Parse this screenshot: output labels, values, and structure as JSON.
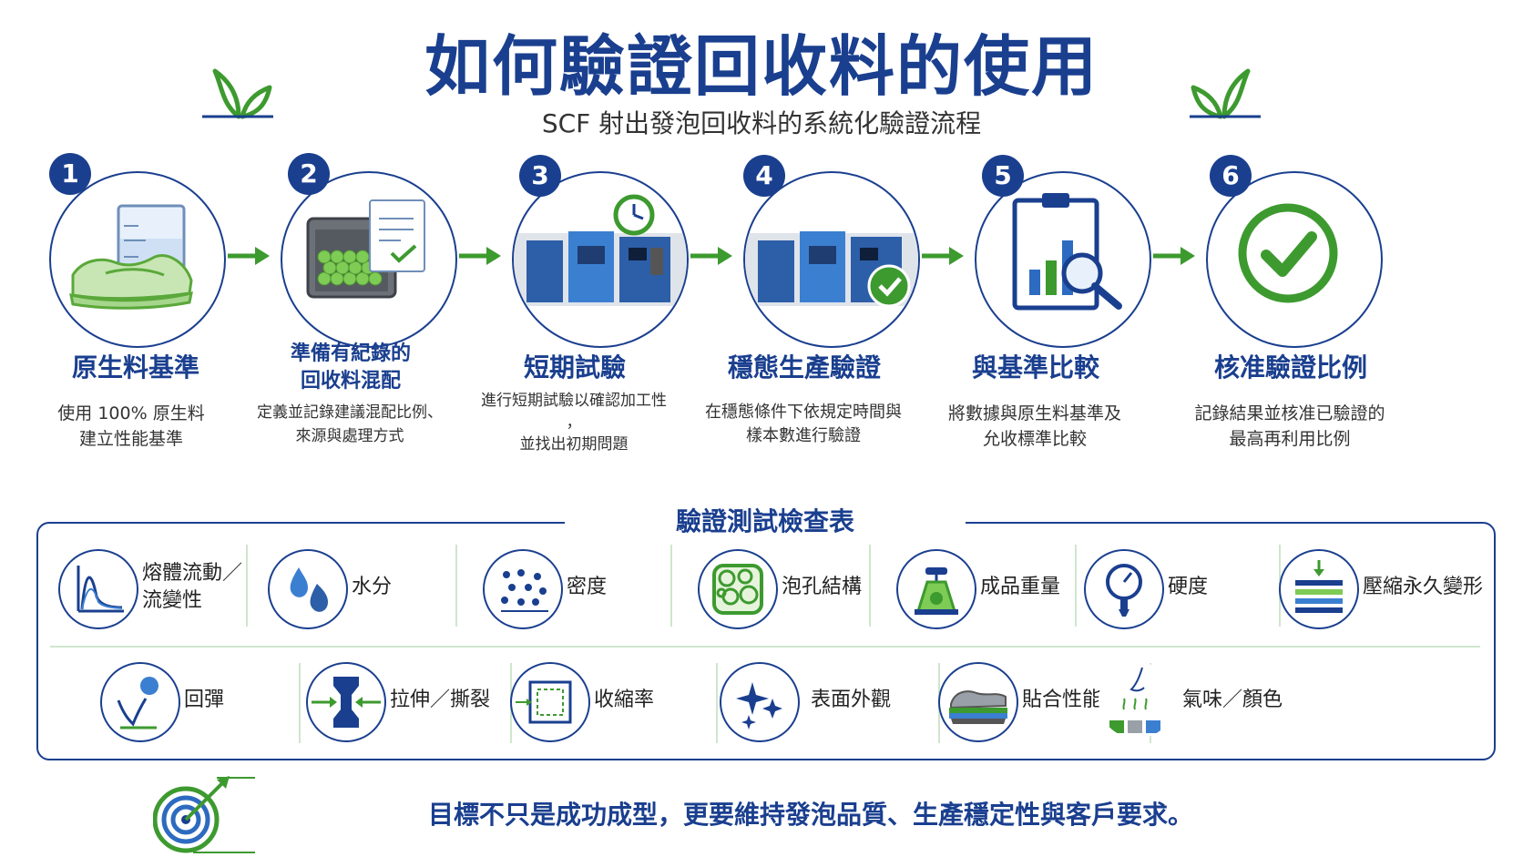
{
  "header": {
    "title": "如何驗證回收料的使用",
    "subtitle": "SCF 射出發泡回收料的系統化驗證流程"
  },
  "steps": [
    {
      "num": "1",
      "title": "原生料基準",
      "desc": [
        "使用 100% 原生料",
        "建立性能基準"
      ],
      "icon": "shoe-beaker-icon"
    },
    {
      "num": "2",
      "title": [
        "準備有紀錄的",
        "回收料混配"
      ],
      "desc": [
        "定義並記錄建議混配比例、",
        "來源與處理方式"
      ],
      "icon": "pellet-bin-checklist-icon"
    },
    {
      "num": "3",
      "title": "短期試驗",
      "desc": [
        "進行短期試驗以確認加工性",
        "，",
        "並找出初期問題"
      ],
      "icon": "injection-machine-clock-icon"
    },
    {
      "num": "4",
      "title": "穩態生產驗證",
      "desc": [
        "在穩態條件下依規定時間與",
        "樣本數進行驗證"
      ],
      "icon": "injection-machine-check-icon"
    },
    {
      "num": "5",
      "title": "與基準比較",
      "desc": [
        "將數據與原生料基準及",
        "允收標準比較"
      ],
      "icon": "clipboard-chart-magnifier-icon"
    },
    {
      "num": "6",
      "title": "核准驗證比例",
      "desc": [
        "記錄結果並核准已驗證的",
        "最高再利用比例"
      ],
      "icon": "checkmark-circle-icon"
    }
  ],
  "checklist": {
    "title": "驗證測試檢查表",
    "row1": [
      {
        "label": [
          "熔體流動／",
          "流變性"
        ],
        "icon": "rheology-curve-icon"
      },
      {
        "label": [
          "水分"
        ],
        "icon": "water-drops-icon"
      },
      {
        "label": [
          "密度"
        ],
        "icon": "density-dots-icon"
      },
      {
        "label": [
          "泡孔結構"
        ],
        "icon": "foam-cells-icon"
      },
      {
        "label": [
          "成品重量"
        ],
        "icon": "scale-icon"
      },
      {
        "label": [
          "硬度"
        ],
        "icon": "hardness-gauge-icon"
      },
      {
        "label": [
          "壓縮永久變形"
        ],
        "icon": "compression-set-icon"
      }
    ],
    "row2": [
      {
        "label": [
          "回彈"
        ],
        "icon": "rebound-ball-icon"
      },
      {
        "label": [
          "拉伸／撕裂"
        ],
        "icon": "tensile-specimen-icon"
      },
      {
        "label": [
          "收縮率"
        ],
        "icon": "shrinkage-square-icon"
      },
      {
        "label": [
          "表面外觀"
        ],
        "icon": "sparkle-icon"
      },
      {
        "label": [
          "貼合性能"
        ],
        "icon": "shoe-bonding-icon"
      },
      {
        "label": [
          "氣味／顏色"
        ],
        "icon": "odor-color-icon"
      }
    ]
  },
  "footer": {
    "text": "目標不只是成功成型，更要維持發泡品質、生產穩定性與客戶要求。"
  },
  "colors": {
    "navy": "#1a3f8f",
    "green": "#3d9a2f",
    "blue": "#3b7fd1",
    "light_green": "#cfe6cc"
  }
}
